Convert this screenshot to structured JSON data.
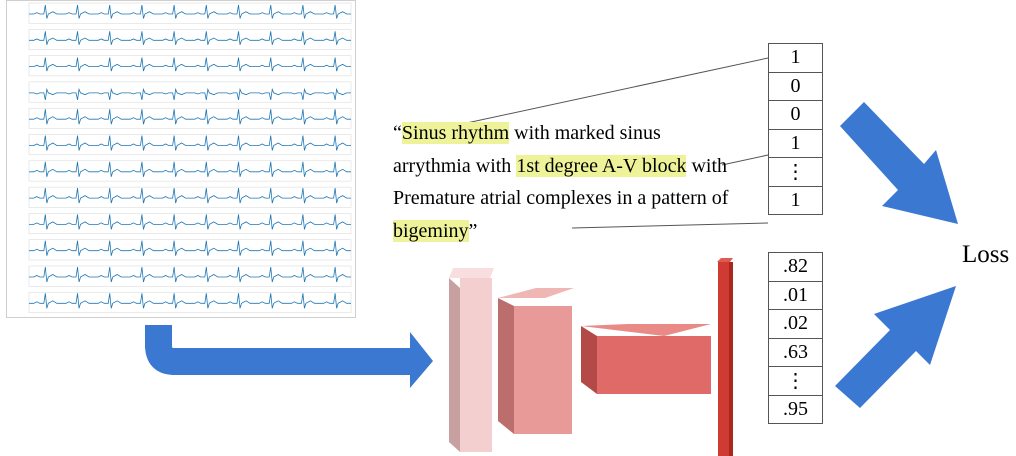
{
  "report": {
    "open_quote": "“",
    "part1": "Sinus rhythm",
    "part2": " with marked sinus arrythmia with ",
    "part3": "1st degree A-V block",
    "part4": " with Premature atrial complexes in a pattern of ",
    "part5": "bigeminy",
    "close_quote": "”"
  },
  "label_vector": [
    "1",
    "0",
    "0",
    "1",
    "⋮",
    "1"
  ],
  "prediction_vector": [
    ".82",
    ".01",
    ".02",
    ".63",
    "⋮",
    ".95"
  ],
  "loss_label": "Loss",
  "colors": {
    "arrow_blue": "#3a78d2",
    "highlight": "#eef39a",
    "ecg_trace": "#1f77b4",
    "layer_colors": [
      "#f4cfd0",
      "#e89a98",
      "#e06a68",
      "#cf3b33"
    ]
  }
}
